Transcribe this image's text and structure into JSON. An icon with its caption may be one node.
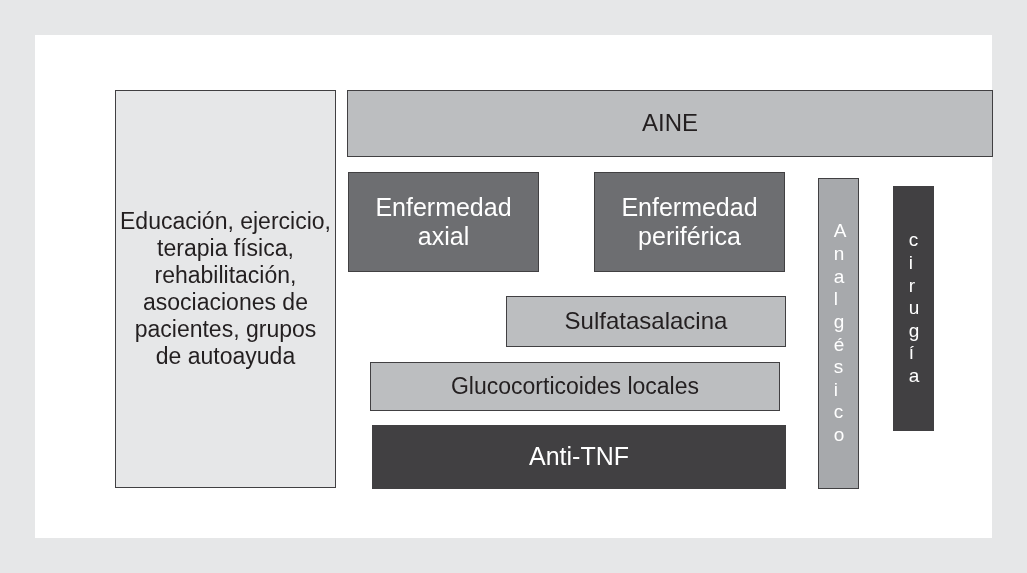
{
  "diagram": {
    "nodes": [
      {
        "text": [
          "Educación, ejercicio, terapia física, rehabilitación, asociaciones de pacientes, grupos de autoayuda"
        ]
      },
      {
        "text": [
          "AINE"
        ]
      },
      {
        "text": [
          "Enfermedad axial"
        ]
      },
      {
        "text": [
          "Enfermedad periférica"
        ]
      },
      {
        "text": [
          "Analgésico"
        ]
      },
      {
        "text": [
          "cirugía"
        ]
      },
      {
        "text": [
          "Sulfatasalacina"
        ]
      },
      {
        "text": [
          "Glucocorticoides locales"
        ]
      },
      {
        "text": [
          "Anti-TNF"
        ]
      }
    ]
  }
}
